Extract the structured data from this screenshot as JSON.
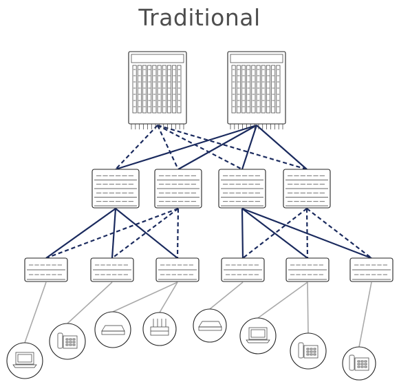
{
  "title": "Traditional",
  "colors": {
    "uplink": "#1a2a5e",
    "access_link": "#a9a9a9",
    "title": "#4d4d4d"
  },
  "tiers": {
    "core": {
      "count": 2,
      "icon": "chassis-switch-icon"
    },
    "aggregation": {
      "count": 4,
      "icon": "aggregation-switch-icon"
    },
    "access": {
      "count": 6,
      "icon": "access-switch-icon"
    }
  },
  "endpoints": [
    {
      "icon": "laptop-icon"
    },
    {
      "icon": "ip-phone-icon"
    },
    {
      "icon": "access-point-icon"
    },
    {
      "icon": "router-icon"
    },
    {
      "icon": "access-point-icon"
    },
    {
      "icon": "laptop-icon"
    },
    {
      "icon": "ip-phone-icon"
    },
    {
      "icon": "ip-phone-icon"
    }
  ]
}
